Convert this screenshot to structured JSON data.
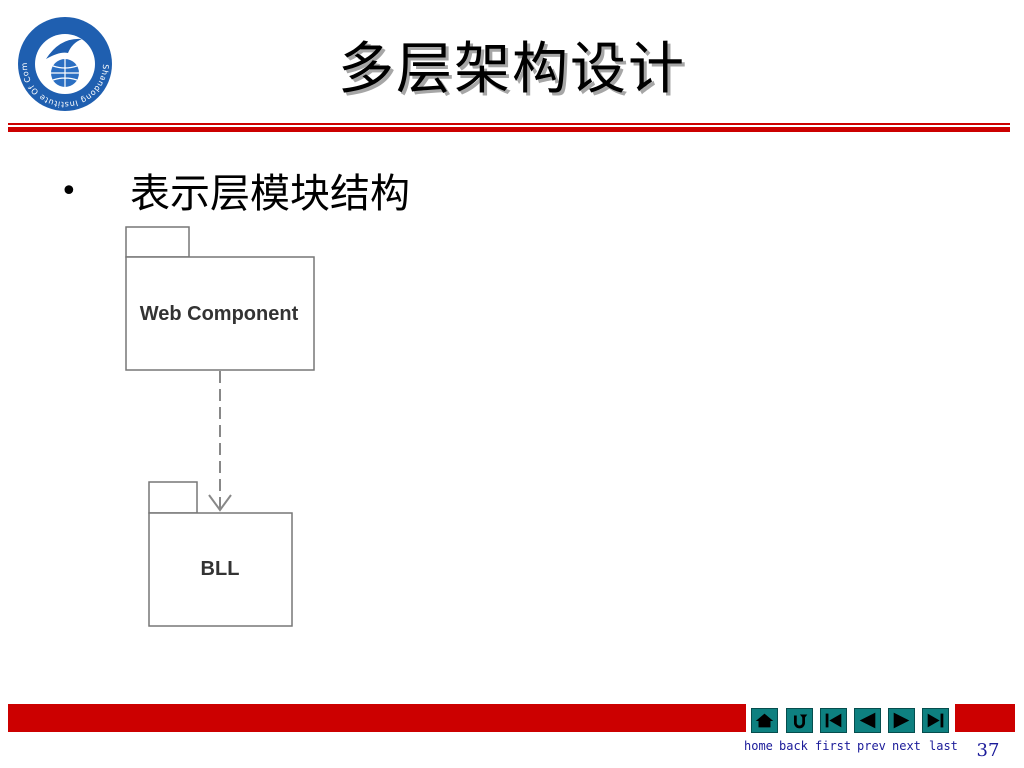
{
  "header": {
    "title": "多层架构设计",
    "logo": {
      "icon": "institute-seal-icon",
      "name": "Shandong Institute Of Commerce"
    }
  },
  "content": {
    "bullet": "•",
    "subtitle": "表示层模块结构"
  },
  "diagram": {
    "packages": [
      {
        "id": "web",
        "label": "Web Component"
      },
      {
        "id": "bll",
        "label": "BLL"
      }
    ],
    "dependency": {
      "from": "web",
      "to": "bll",
      "style": "dashed-open-arrow"
    }
  },
  "nav": {
    "buttons": [
      {
        "id": "home",
        "icon": "home-icon"
      },
      {
        "id": "back",
        "icon": "return-arrow-icon"
      },
      {
        "id": "first",
        "icon": "first-page-icon"
      },
      {
        "id": "prev",
        "icon": "prev-triangle-icon"
      },
      {
        "id": "next",
        "icon": "next-triangle-icon"
      },
      {
        "id": "last",
        "icon": "last-page-icon"
      }
    ],
    "labels": {
      "home": "home",
      "back": "back",
      "first": "first",
      "prev": "prev",
      "next": "next",
      "last": "last"
    }
  },
  "page_number": "37",
  "colors": {
    "accent": "#cc0000",
    "nav_button": "#0e8080",
    "nav_text": "#1a1a99"
  }
}
